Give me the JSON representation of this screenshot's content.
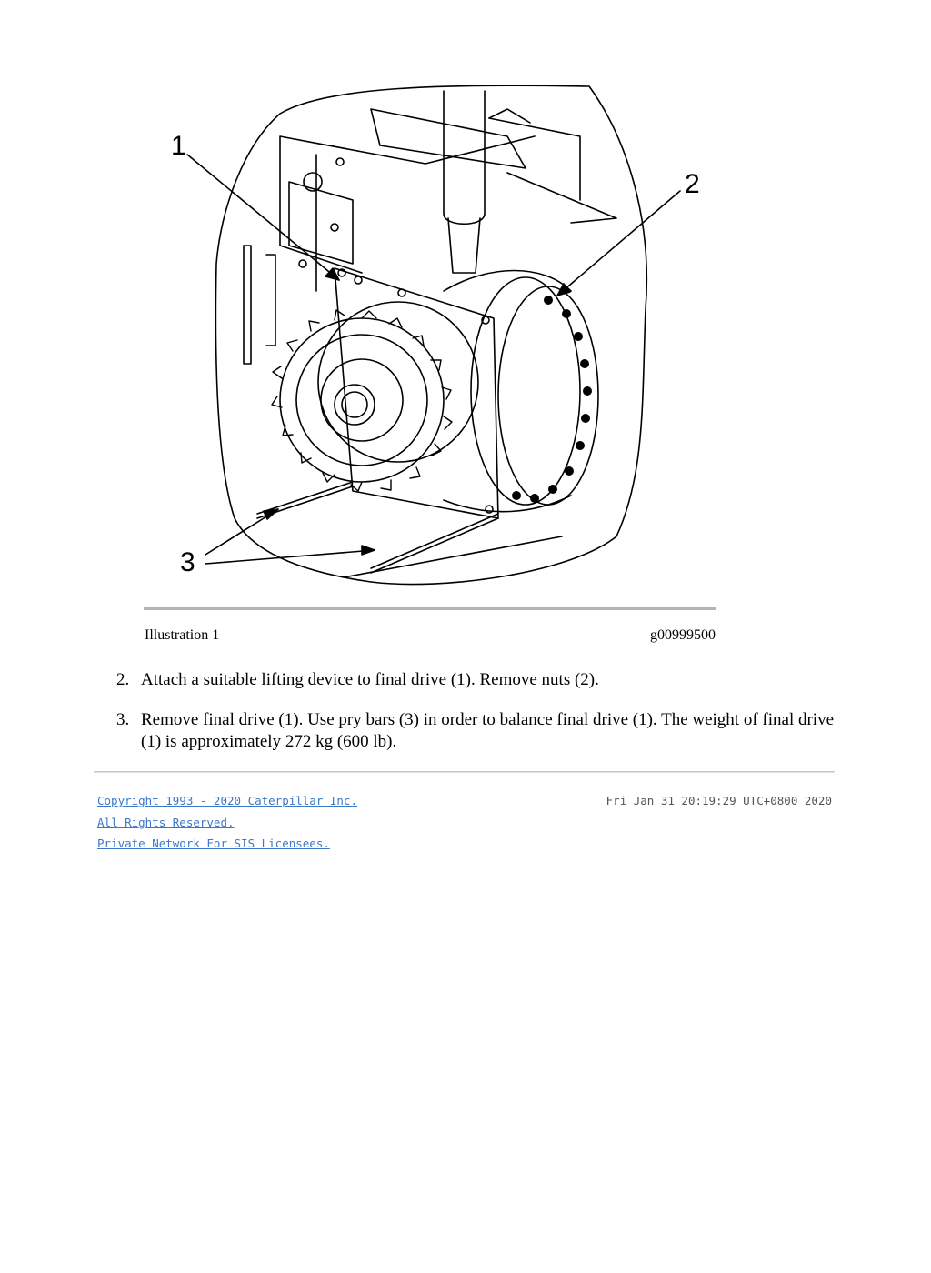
{
  "figure": {
    "callouts": [
      "1",
      "2",
      "3"
    ],
    "caption_label": "Illustration 1",
    "caption_id": "g00999500"
  },
  "steps": [
    {
      "number": "2.",
      "text": "Attach a suitable lifting device to final drive (1). Remove nuts (2)."
    },
    {
      "number": "3.",
      "text": "Remove final drive (1). Use pry bars (3) in order to balance final drive (1). The weight of final drive (1) is approximately 272 kg (600 lb)."
    }
  ],
  "footer": {
    "copyright": "Copyright 1993 - 2020 Caterpillar Inc.",
    "rights": "All Rights Reserved.",
    "network": "Private Network For SIS Licensees.",
    "timestamp": "Fri Jan 31 20:19:29 UTC+0800 2020",
    "link_color": "#3c78c8"
  }
}
